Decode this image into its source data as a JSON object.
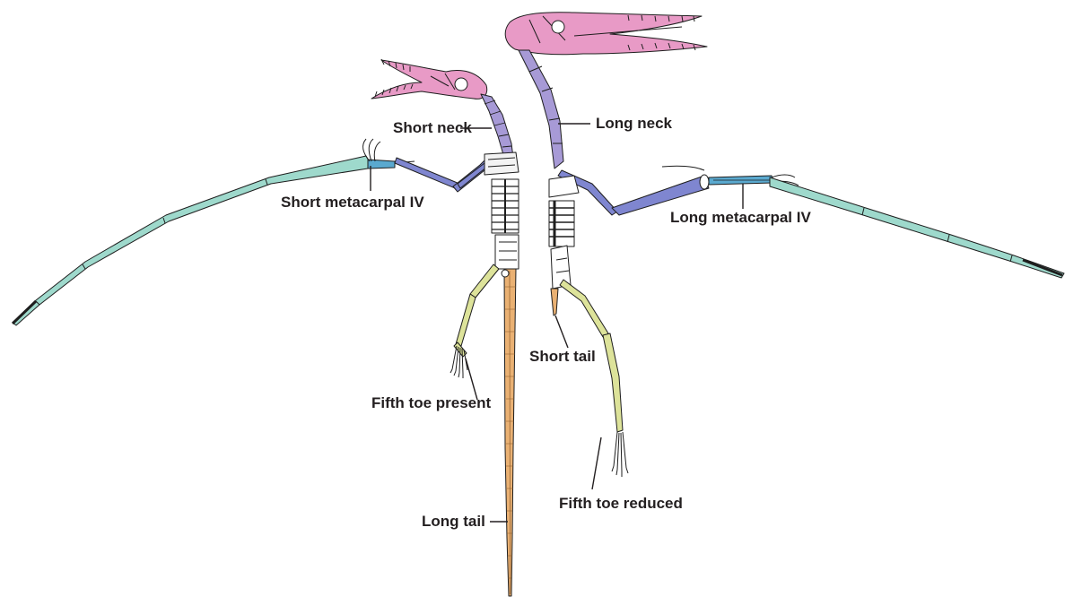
{
  "labels": {
    "short_neck": "Short neck",
    "long_neck": "Long neck",
    "short_metacarpal": "Short metacarpal IV",
    "long_metacarpal": "Long metacarpal IV",
    "short_tail": "Short tail",
    "long_tail": "Long tail",
    "fifth_toe_present": "Fifth toe present",
    "fifth_toe_reduced": "Fifth toe reduced"
  },
  "colors": {
    "skull": "#e89ac6",
    "neck": "#a79ad6",
    "arm": "#7f86d0",
    "metacarpal": "#5aa9cf",
    "wing_finger": "#9ed9cc",
    "leg": "#dde39a",
    "tail": "#eab173",
    "outline": "#1e1e1e",
    "text": "#231f20"
  }
}
